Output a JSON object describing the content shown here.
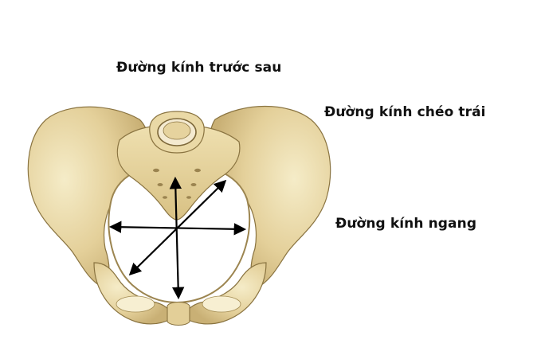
{
  "labels": {
    "anteroposterior": "Đường kính trước sau",
    "oblique_left": "Đường kính chéo trái",
    "transverse": "Đường kính ngang"
  },
  "colors": {
    "bone_light": "#efe3b8",
    "bone_mid": "#ddc88c",
    "bone_dark": "#b79f62",
    "outline": "#8a7441",
    "arrow": "#000000",
    "background": "#ffffff"
  }
}
